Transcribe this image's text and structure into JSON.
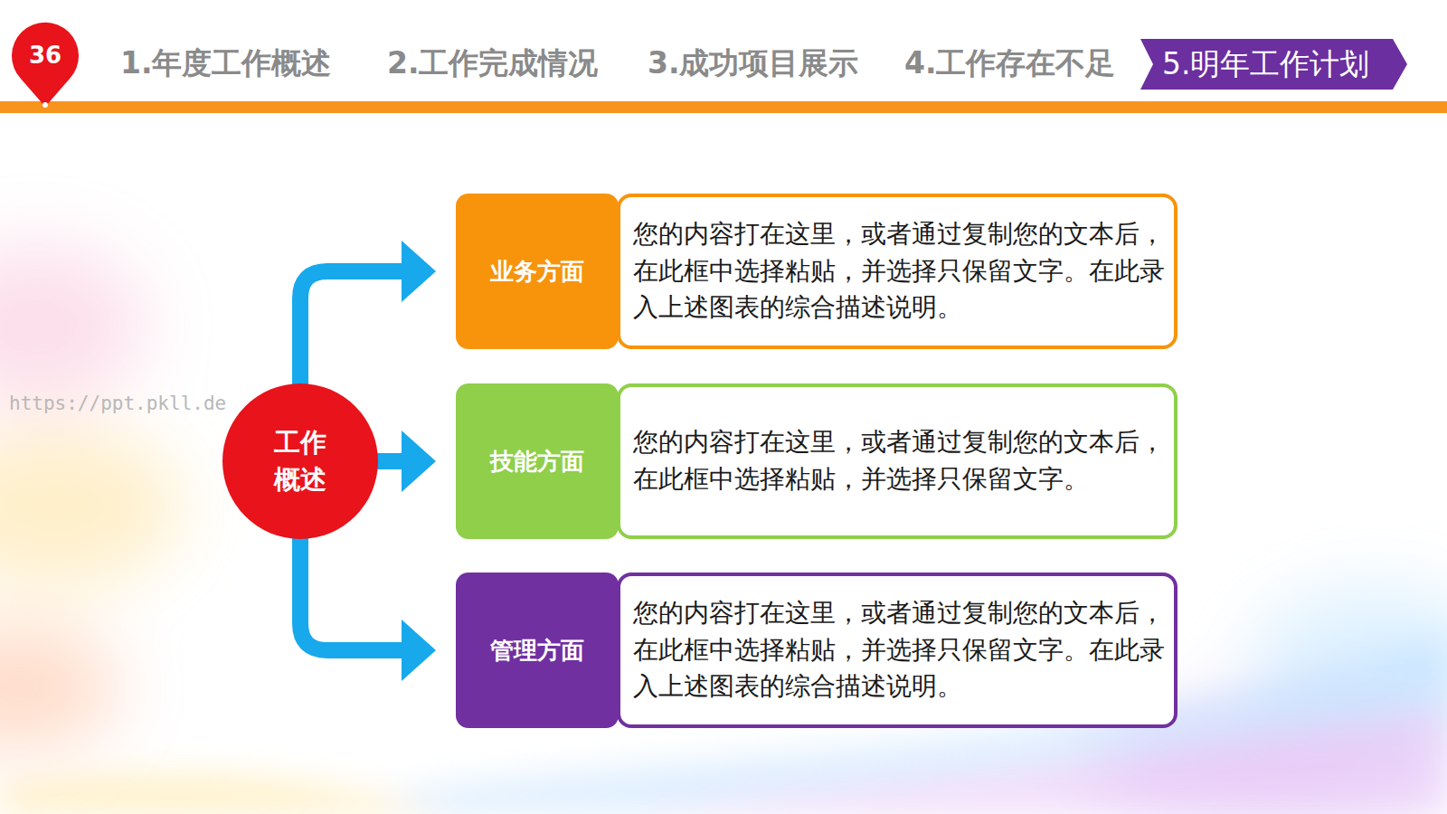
{
  "diagram": {
    "nodes": [
      {
        "text": [
          "36"
        ]
      },
      {
        "text": [
          "5.明年工作计划"
        ]
      },
      {
        "text": [
          "工作 概述"
        ]
      },
      {
        "text": [
          "业务方面"
        ]
      },
      {
        "text": [
          "您的内容打在这里，或者通过复制您的文本后，在此框中选择粘贴，并选择只保留文字。在此录入上述图表的综合描述说明。"
        ]
      },
      {
        "text": [
          "技能方面"
        ]
      },
      {
        "text": [
          "您的内容打在这里，或者通过复制您的文本后，在此框中选择粘贴，并选择只保留文字。"
        ]
      },
      {
        "text": [
          "管理方面"
        ]
      },
      {
        "text": [
          "您的内容打在这里，或者通过复制您的文本后，在此框中选择粘贴，并选择只保留文字。在此录入上述图表的综合描述说明。"
        ]
      }
    ],
    "edges": [
      {
        "from": 2,
        "to": 3,
        "arrow": "to"
      },
      {
        "from": 2,
        "to": 5,
        "arrow": "to"
      },
      {
        "from": 2,
        "to": 7,
        "arrow": "to"
      }
    ],
    "labels": [
      "1.年度工作概述",
      "2.工作完成情况",
      "3.成功项目展示",
      "4.工作存在不足",
      "https://ppt.pkll.de"
    ]
  }
}
